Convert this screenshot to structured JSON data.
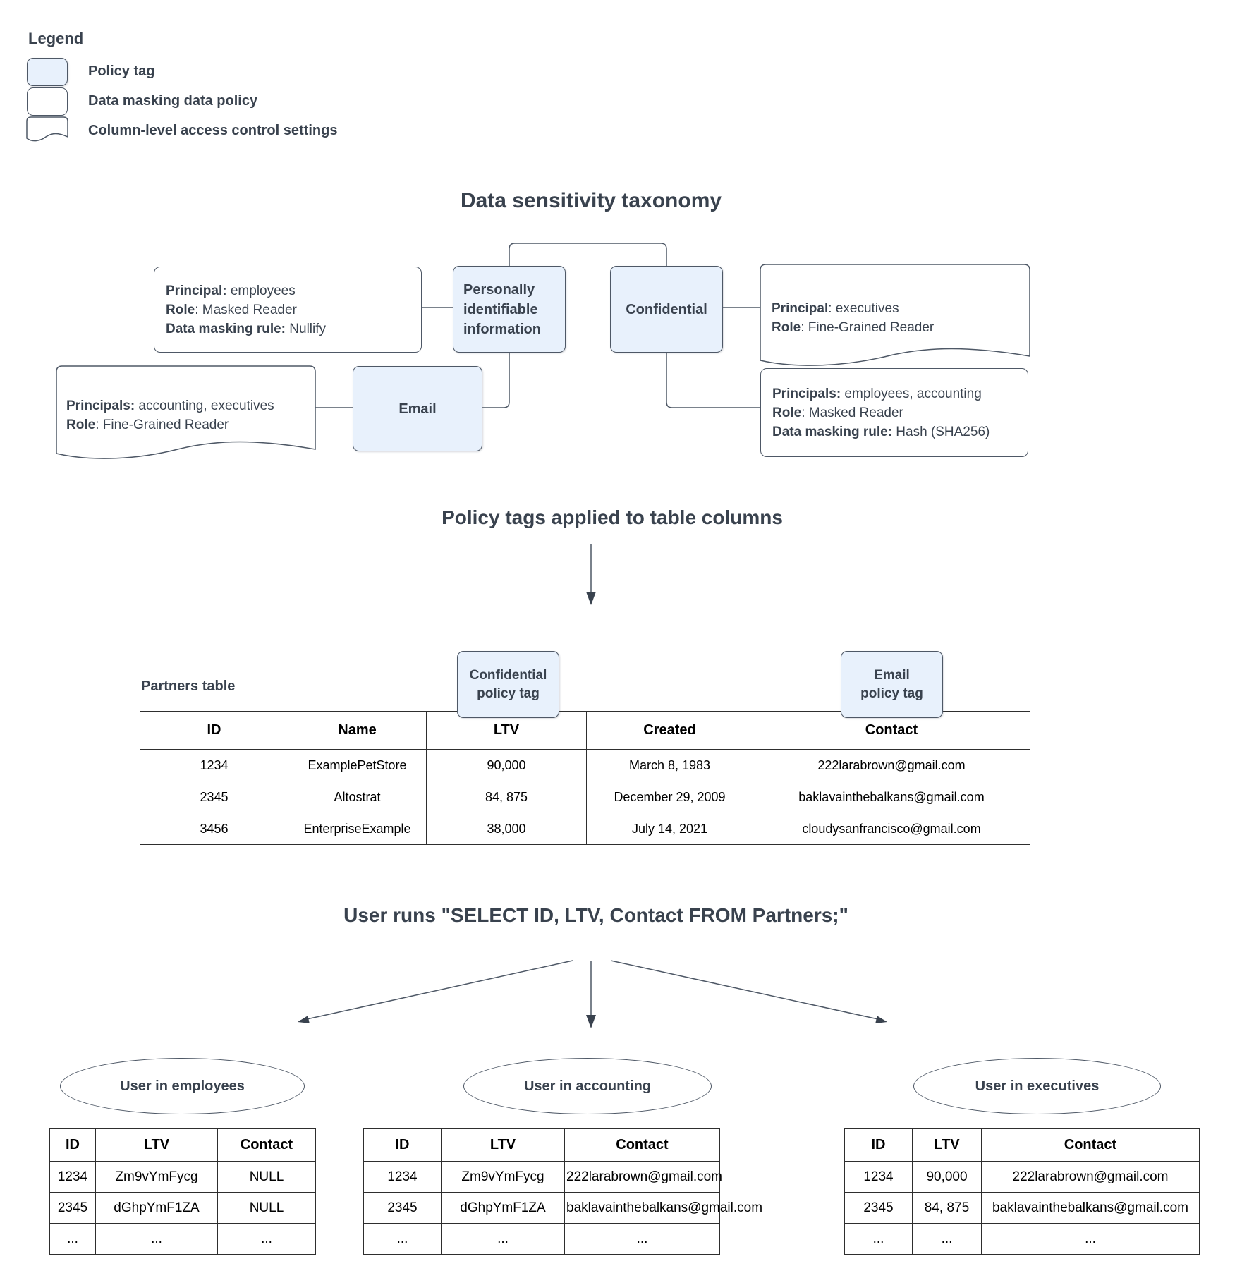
{
  "colors": {
    "tag_fill": "#e8f1fc",
    "ink": "#39424e",
    "border": "#4e5866"
  },
  "legend": {
    "title": "Legend",
    "items": [
      {
        "label": "Policy tag",
        "shape": "policy-tag-swatch"
      },
      {
        "label": "Data masking data policy",
        "shape": "data-policy-swatch"
      },
      {
        "label": "Column-level access control settings",
        "shape": "acl-swatch"
      }
    ]
  },
  "taxonomy": {
    "title": "Data sensitivity taxonomy",
    "nodes": {
      "pii": "Personally identifiable information",
      "confidential": "Confidential",
      "email": "Email"
    },
    "policies": {
      "employees_masking": {
        "lines": [
          {
            "b": "Principal:",
            "r": " employees"
          },
          {
            "b": "Role",
            "r": ": Masked Reader"
          },
          {
            "b": "Data masking rule:",
            "r": " Nullify"
          }
        ]
      },
      "executives_acl": {
        "lines": [
          {
            "b": "Principal",
            "r": ": executives"
          },
          {
            "b": "Role",
            "r": ": Fine-Grained Reader"
          }
        ]
      },
      "accounting_acl": {
        "lines": [
          {
            "b": "Principals:",
            "r": " accounting, executives"
          },
          {
            "b": "Role",
            "r": ": Fine-Grained Reader"
          }
        ]
      },
      "confidential_masking": {
        "lines": [
          {
            "b": "Principals:",
            "r": " employees, accounting"
          },
          {
            "b": "Role",
            "r": ": Masked Reader"
          },
          {
            "b": "Data masking rule:",
            "r": " Hash (SHA256)"
          }
        ]
      }
    }
  },
  "policy_section": {
    "heading": "Policy tags applied to table columns",
    "partners_label": "Partners table",
    "tags": {
      "confidential": [
        "Confidential",
        "policy tag"
      ],
      "email": [
        "Email",
        "policy tag"
      ]
    },
    "table": {
      "headers": [
        "ID",
        "Name",
        "LTV",
        "Created",
        "Contact"
      ],
      "rows": [
        [
          "1234",
          "ExamplePetStore",
          "90,000",
          "March 8, 1983",
          "222larabrown@gmail.com"
        ],
        [
          "2345",
          "Altostrat",
          "84, 875",
          "December 29, 2009",
          "baklavainthebalkans@gmail.com"
        ],
        [
          "3456",
          "EnterpriseExample",
          "38,000",
          "July 14, 2021",
          "cloudysanfrancisco@gmail.com"
        ]
      ]
    }
  },
  "query_section": {
    "heading": "User runs \"SELECT ID, LTV, Contact FROM Partners;\"",
    "results": [
      {
        "user": "User in employees",
        "table": {
          "headers": [
            "ID",
            "LTV",
            "Contact"
          ],
          "rows": [
            [
              "1234",
              "Zm9vYmFycg",
              "NULL"
            ],
            [
              "2345",
              "dGhpYmF1ZA",
              "NULL"
            ],
            [
              "...",
              "...",
              "..."
            ]
          ]
        }
      },
      {
        "user": "User in accounting",
        "table": {
          "headers": [
            "ID",
            "LTV",
            "Contact"
          ],
          "rows": [
            [
              "1234",
              "Zm9vYmFycg",
              "222larabrown@gmail.com"
            ],
            [
              "2345",
              "dGhpYmF1ZA",
              "baklavainthebalkans@gmail.com"
            ],
            [
              "...",
              "...",
              "..."
            ]
          ]
        }
      },
      {
        "user": "User in executives",
        "table": {
          "headers": [
            "ID",
            "LTV",
            "Contact"
          ],
          "rows": [
            [
              "1234",
              "90,000",
              "222larabrown@gmail.com"
            ],
            [
              "2345",
              "84, 875",
              "baklavainthebalkans@gmail.com"
            ],
            [
              "...",
              "...",
              "..."
            ]
          ]
        }
      }
    ]
  }
}
